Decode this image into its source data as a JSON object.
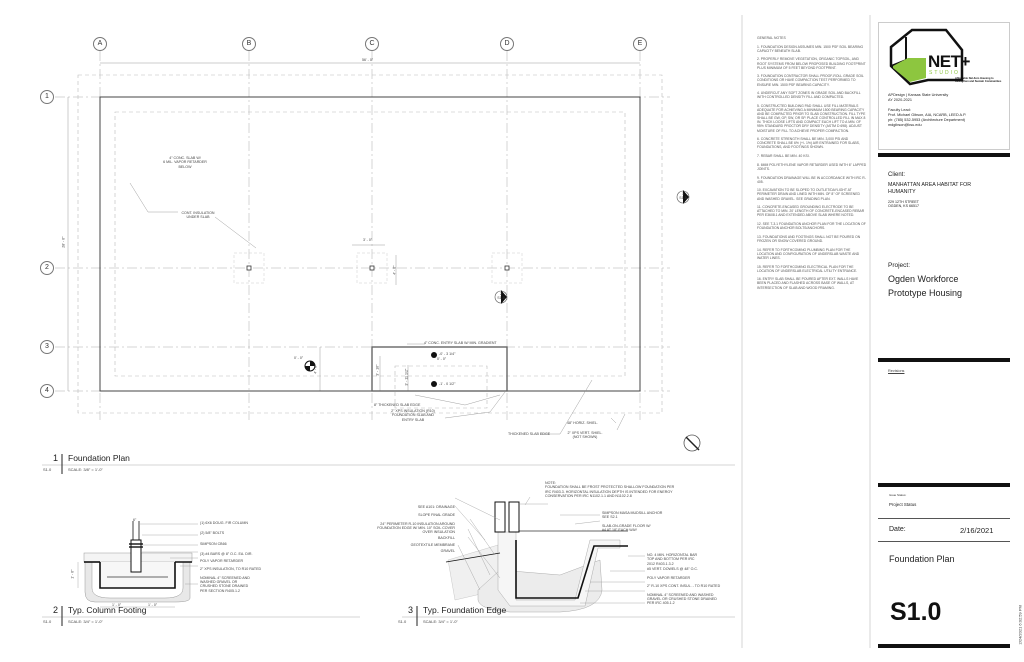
{
  "plan": {
    "grid_columns": [
      "A",
      "B",
      "C",
      "D",
      "E"
    ],
    "grid_rows": [
      "1",
      "2",
      "3",
      "4"
    ],
    "overall_width_dim": "56' - 0\"",
    "overall_depth_dim": "28' - 0\"",
    "slab_note": [
      "4\" CONC. SLAB W/",
      "6 MIL. VAPOR RETARDER",
      "BELOW"
    ],
    "insulation_note": [
      "CONT. INSULATION",
      "UNDER SLAB"
    ],
    "column_dim_h": "3' - 0\"",
    "column_dim_v": "4' - 0\"",
    "section_ref": {
      "num": "1",
      "sheet": "S1.0"
    },
    "detail_ref": {
      "num": "2",
      "sheet": "S1.0"
    },
    "entry_slab_note": "4\" CONC. ENTRY SLAB W/ MIN. GRADIENT",
    "elev_1": "-0' - 3 1/4\"",
    "elev_1b": "0' - 0\"",
    "elev_2": "-1' - 0 1/2\"",
    "elev_marker": "0' - 0\"",
    "entry_dim_v": "4' - 0\"",
    "entry_dim_v2": "3' - 10\"",
    "entry_dim_v3": "3' - 11 1/2\"",
    "thickened_edge_note": "8\" THICKENED SLAB EDGE",
    "xps_note": [
      "2\" XPS INSULATION (R10)",
      "FOUNDATION SLAB AND",
      "ENTRY SLAB"
    ],
    "thickened_edge_note2": "THICKENED SLAB EDGE",
    "horiz_shield": "48\" HORIZ. SHIEL.",
    "vert_shield": [
      "2\" XPS VERT. SHIEL.",
      "(NOT SHOWN)"
    ]
  },
  "views": [
    {
      "num": "1",
      "title": "Foundation Plan",
      "sheet": "S1.0",
      "scale": "SCALE:   3/8\" = 1'-0\""
    },
    {
      "num": "2",
      "title": "Typ. Column Footing",
      "sheet": "S1.0",
      "scale": "SCALE:   3/4\" = 1'-0\""
    },
    {
      "num": "3",
      "title": "Typ. Foundation Edge",
      "sheet": "S1.0",
      "scale": "SCALE:   3/4\" = 1'-0\""
    }
  ],
  "column_footing": {
    "labels": [
      "(1) 6x6 DOUG. FIR COLUMN",
      "(2) 5/8\" BOLTS",
      "SIMPSON CB66",
      "(3) #4 BARS @ 8\" O.C. EA. DIR.",
      "POLY VAPOR RETARDER",
      "2\" XPS INSULATION, TO R10 RATED",
      "NOMINAL 4\" SCREENED AND",
      "WASHED GRAVEL OR",
      "CRUSHED STONE DRAINED",
      "PER SECTION R405.1.2"
    ],
    "dim_left": "1' - 0\"",
    "dim_right": "1' - 0\"",
    "dim_vert": "1' - 6\"",
    "dim_top": "6\""
  },
  "foundation_edge": {
    "note_title": "NOTE:",
    "note": [
      "FOUNDATION SHALL BE FROST PROTECTED SHALLOW FOUNDATION PER",
      "IRC R403.3. HORIZONTAL INSULATION DEPTH IS INTENDED FOR ENERGY",
      "CONSERVATION PER IRC N1102.1.1 AND N1102.2.8"
    ],
    "left_labels": [
      "SEE A101: Drainage",
      "SLOPE FINAL GRADE",
      "24\" PERIMETER R-10 INSULATION AROUND",
      "FOUNDATION EDGE W/ MIN. 10\" SOIL COVER",
      "OVER INSULATION",
      "BACKFILL",
      "GEOTEXTILE MEMBRANE",
      "GRAVEL"
    ],
    "right_labels": [
      "SIMPSON MASA MUDSILL ANCHOR",
      "SEE S2.1",
      "SLAB-ON-GRADE FLOOR W/",
      "#4 AT 18\" EACH WAY",
      "NO. 4 MIN. HORIZONTAL BAR",
      "TOP AND BOTTOM PER IRC",
      "2012 R403.1.3.2",
      "#5 VERT. DOWELS @ 48\" O.C.",
      "POLY VAPOR RETARDER",
      "2\" R-10 XPS CONT. INSUL. - TO R10 RATED",
      "NOMINAL 4\" SCREENED AND WASHED",
      "GRAVEL OR CRUSHED STONE DRAINED",
      "PER IRC 405.1.2"
    ]
  },
  "general_notes": {
    "title": "GENERAL NOTES",
    "items": [
      "1. FOUNDATION DESIGN ASSUMES MIN. 1500 PSF SOIL BEARING CAPACITY BENEATH SLAB.",
      "2. PROPERLY REMOVE VEGETATION, ORGANIC TOPSOIL, AND ROOT SYSTEMS FROM BELOW PROPOSED BUILDING FOOTPRINT PLUS MINIMUM OF 5 FEET BEYOND FOOTPRINT.",
      "3. FOUNDATION CONTRACTOR SHALL PROOF-ROLL GRADE SOIL CONDITIONS OR HAVE COMPACTION TEST PERFORMED TO ENSURE MIN. 1500 PSF BEARING CAPACITY.",
      "4. UNDERCUT ANY SOFT ZONES IN GRADE SOIL AND BACKFILL WITH CONTROLLED DENSITY FILL AND COMPACTED.",
      "5. CONSTRUCTED BUILDING PAD SHALL USE FILL MATERIALS ADEQUATE FOR ACHIEVING A MINIMUM 1500 BEARING CAPACITY AND BE COMPACTED PRIOR TO SLAB CONSTRUCTION. FILL TYPE SHALL BE GW, GP, SW, OR SP. PLACE CONTROLLED FILL IN MAX 8 IN. THICK LOOSE LIFTS AND COMPACT EACH LIFT TO A MIN. OF 95% STANDARD PROCTOR DRY DENSITY (ASTM D 698). ADJUST MOISTURE OF FILL TO ACHIEVE PROPER COMPACTION.",
      "6. CONCRETE STRENGTH SHALL BE MIN. 3,000 PSI AND CONCRETE SHALL BE 6% (+/- 1%) AIR ENTRAINED FOR SLABS, FOUNDATIONS, AND FOOTINGS SHOWN.",
      "7. REBAR SHALL BE MIN. 40 KSI.",
      "8. 6MM POLYETHYLENE VAPOR RETARDER USED WITH 6\" LAPPED JOINTS.",
      "9. FOUNDATION DRAINAGE WILL BE IN ACCORDANCE WITH IRC R-405.",
      "10. EXCAVATION TO BE SLOPED TO OUTLET/DAYLIGHT AT PERIMETER DRAIN AND LINED WITH MIN. OF 8\" OF SCREENED AND WASHED GRAVEL. SEE GRADING PLAN.",
      "11. CONCRETE-ENCASED GROUNDING ELECTRODE TO BE ATTACHED TO MIN. 20' LENGTH OF CONCRETE-ENCASED REBAR PER E3608.1 AND EXTENDED ABOVE SLAB WHERE NOTED.",
      "12. SEE T-3.1 FOUNDATION ANCHOR PLAN FOR THE LOCATION OF FOUNDATION ANCHOR BOLTS/ANCHORS.",
      "13. FOUNDATIONS AND FOOTINGS SHALL NOT BE POURED ON FROZEN OR SNOW COVERED GROUND.",
      "14. REFER TO FORTHCOMING PLUMBING PLAN FOR THE LOCATION AND CONFIGURATION OF UNDERSLAB WASTE AND WATER LINES.",
      "15. REFER TO FORTHCOMING ELECTRICAL PLAN FOR THE LOCATION OF UNDERSLAB ELECTRICAL UTILITY ENTRANCE.",
      "16. ENTRY SLAB SHALL BE POURED AFTER EXT. WALLS HAVE BEEN PLACED AND FLASHED ACROSS BASE OF WALLS, AT INTERSECTION OF SLAB AND WOOD FRAMING."
    ]
  },
  "title_block": {
    "logo_text": "NET+",
    "logo_sub": "STUDIO",
    "logo_tagline": [
      "Affordable Net-Zero Housing to",
      "Strengthen and Sustain Communities"
    ],
    "org": "APDesign  |  Kansas State University",
    "year": "AY 2020-2021",
    "faculty_label": "Faculty Lead:",
    "faculty_name": "Prof. Michael Gibson, AIA, NCARB, LEED A.P.",
    "faculty_phone": "ph: (785) 532-5953 (Architecture Department)",
    "faculty_email": "mdgibson@ksu.edu",
    "client_label": "Client:",
    "client_name": "MANHATTAN AREA HABITAT FOR HUMANITY",
    "client_addr1": "229 12TH STREET",
    "client_addr2": "OGDEN, KS 66517",
    "project_label": "Project:",
    "project_name": "Ogden Workforce Prototype Housing",
    "revisions_label": "Revisions",
    "issue_status_label": "Issue Status:",
    "issue_status": "Project Status",
    "date_label": "Date:",
    "date": "2/16/2021",
    "sheet_title": "Foundation Plan",
    "sheet_number": "S1.0",
    "timestamp": "2/24/2021 6:02:59 PM",
    "accent": "#8dc63f"
  }
}
